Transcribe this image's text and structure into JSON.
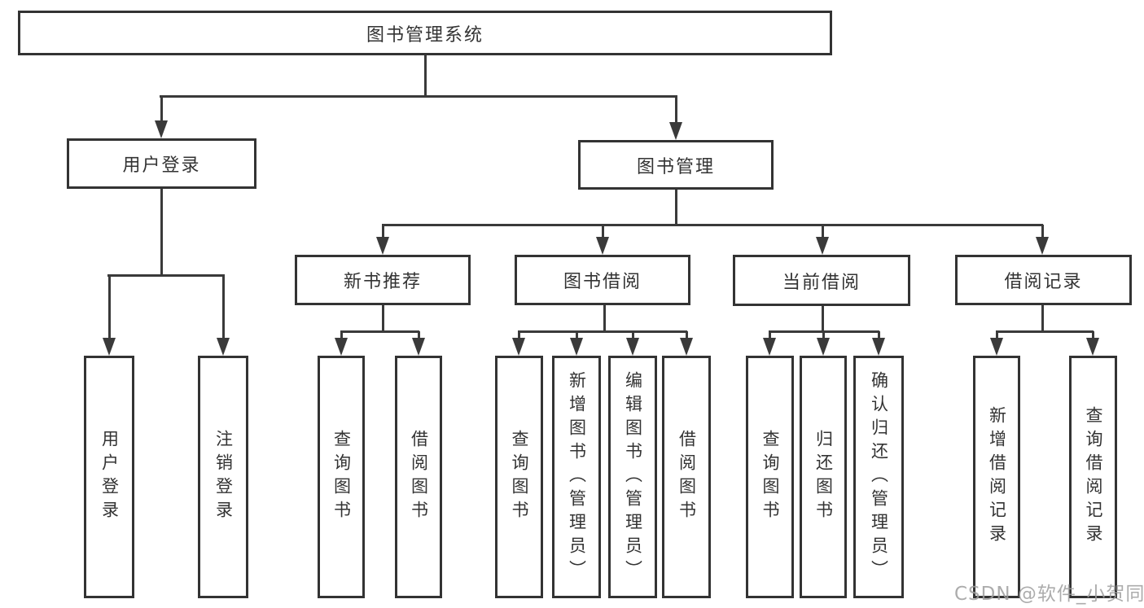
{
  "diagram": {
    "root": {
      "label": "图书管理系统"
    },
    "level2": [
      {
        "id": "login",
        "label": "用户登录"
      },
      {
        "id": "mgmt",
        "label": "图书管理"
      }
    ],
    "level3": [
      {
        "id": "newbook",
        "label": "新书推荐"
      },
      {
        "id": "borrow",
        "label": "图书借阅"
      },
      {
        "id": "current",
        "label": "当前借阅"
      },
      {
        "id": "records",
        "label": "借阅记录"
      }
    ],
    "leaves": {
      "login": [
        {
          "label": "用户登录"
        },
        {
          "label": "注销登录"
        }
      ],
      "newbook": [
        {
          "label": "查询图书"
        },
        {
          "label": "借阅图书"
        }
      ],
      "borrow": [
        {
          "label": "查询图书"
        },
        {
          "label": "新增图书（管理员）"
        },
        {
          "label": "编辑图书（管理员）"
        },
        {
          "label": "借阅图书"
        }
      ],
      "current": [
        {
          "label": "查询图书"
        },
        {
          "label": "归还图书"
        },
        {
          "label": "确认归还（管理员）"
        }
      ],
      "records": [
        {
          "label": "新增借阅记录"
        },
        {
          "label": "查询借阅记录"
        }
      ]
    },
    "watermark": "CSDN @软件_小贺同学",
    "colors": {
      "line": "#3a3a3a",
      "border": "#333333",
      "text": "#333333",
      "watermark": "#9e9e9e",
      "background": "#ffffff"
    }
  }
}
